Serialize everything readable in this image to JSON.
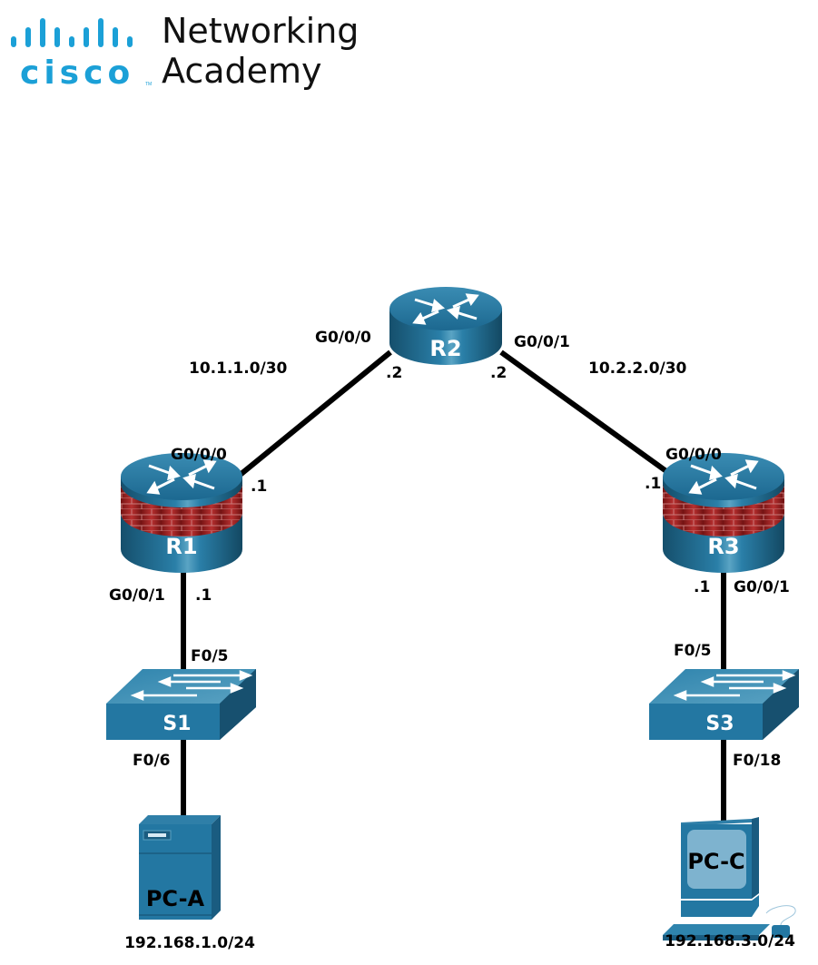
{
  "logo": {
    "brand": "cisco",
    "tm": "TM",
    "line1": "Networking",
    "line2": "Academy",
    "brand_color": "#1ba0d7"
  },
  "devices": {
    "R1": {
      "label": "R1",
      "type": "router-firewall"
    },
    "R2": {
      "label": "R2",
      "type": "router"
    },
    "R3": {
      "label": "R3",
      "type": "router-firewall"
    },
    "S1": {
      "label": "S1",
      "type": "switch"
    },
    "S3": {
      "label": "S3",
      "type": "switch"
    },
    "PCA": {
      "label": "PC-A",
      "type": "server-tower",
      "network": "192.168.1.0/24"
    },
    "PCC": {
      "label": "PC-C",
      "type": "pc",
      "network": "192.168.3.0/24"
    }
  },
  "links": {
    "r1_r2": {
      "network": "10.1.1.0/30",
      "r2_port": "G0/0/0",
      "r2_ip": ".2",
      "r1_port": "G0/0/0",
      "r1_ip": ".1"
    },
    "r2_r3": {
      "network": "10.2.2.0/30",
      "r2_port": "G0/0/1",
      "r2_ip": ".2",
      "r3_port": "G0/0/0",
      "r3_ip": ".1"
    },
    "r1_s1": {
      "r1_port": "G0/0/1",
      "r1_ip": ".1",
      "s1_port": "F0/5"
    },
    "s1_pca": {
      "s1_port": "F0/6"
    },
    "r3_s3": {
      "r3_port": "G0/0/1",
      "r3_ip": ".1",
      "s3_port": "F0/5"
    },
    "s3_pcc": {
      "s3_port": "F0/18"
    }
  },
  "colors": {
    "device_blue": "#1e6f96",
    "device_dark": "#15506e",
    "firewall_red": "#a22424",
    "link": "#000000"
  }
}
